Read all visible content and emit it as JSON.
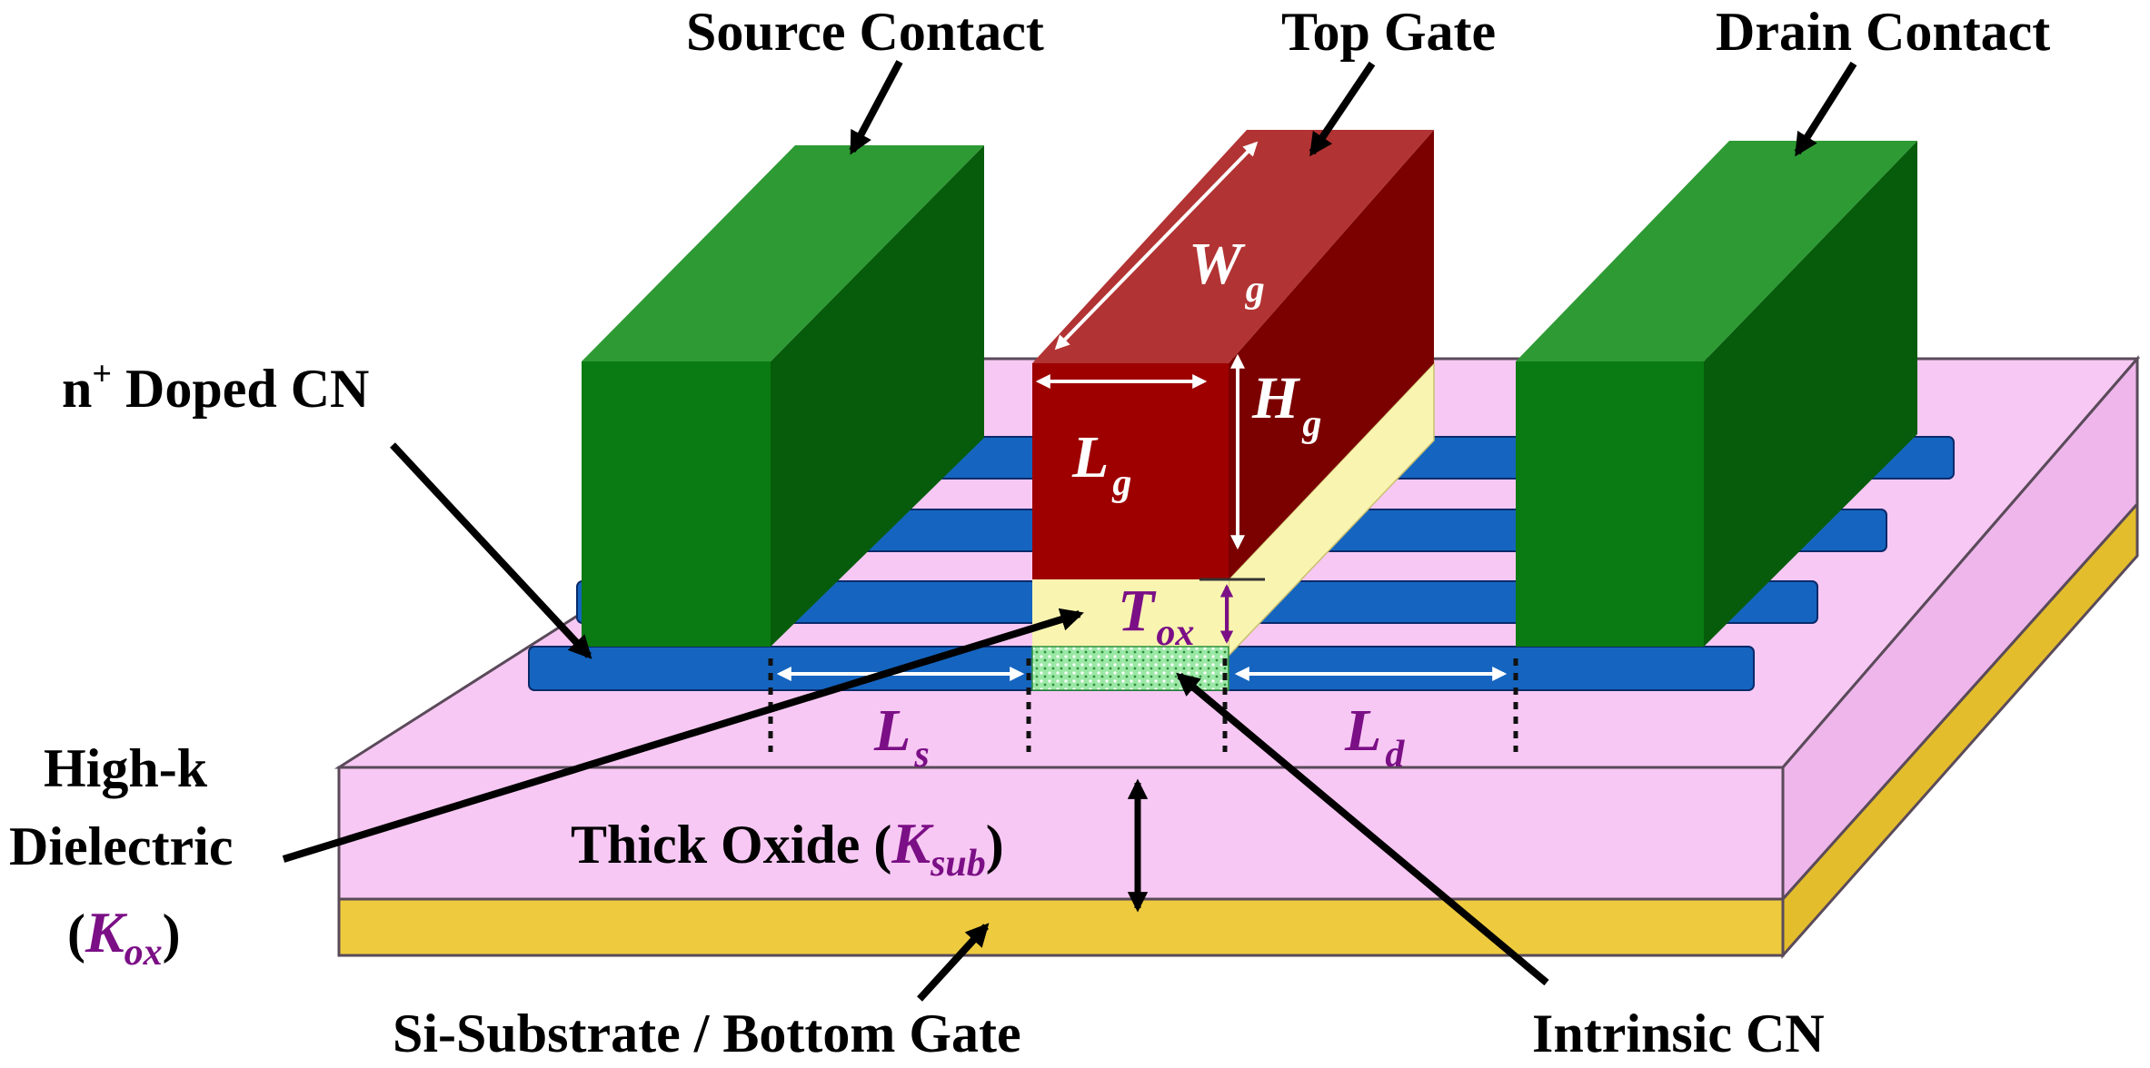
{
  "labels": {
    "source_contact": "Source Contact",
    "top_gate": "Top Gate",
    "drain_contact": "Drain Contact",
    "n_doped_prefix": "n",
    "n_doped_sup": "+",
    "n_doped_suffix": " Doped CN",
    "high_k_line1": "High-k",
    "high_k_line2": "Dielectric",
    "k_ox_open": "(",
    "k_ox_symbol": "K",
    "k_ox_sub": "ox",
    "k_ox_close": ")",
    "thick_oxide_text": "Thick Oxide (",
    "k_sub_symbol": "K",
    "k_sub_sub": "sub",
    "thick_oxide_close": ")",
    "si_substrate": "Si-Substrate / Bottom Gate",
    "intrinsic_cn": "Intrinsic CN"
  },
  "dimensions": {
    "wg": "W",
    "wg_sub": "g",
    "lg": "L",
    "lg_sub": "g",
    "hg": "H",
    "hg_sub": "g",
    "tox": "T",
    "tox_sub": "ox",
    "ls": "L",
    "ls_sub": "s",
    "ld": "L",
    "ld_sub": "d"
  },
  "colors": {
    "substrate_pink": "#f7c8f3",
    "substrate_pink_side": "#eeb6ea",
    "bottom_gate_yellow": "#eecb3e",
    "dielectric_yellow": "#f9f5b0",
    "nanotube_blue": "#1565c0",
    "contact_green_front": "#0a7a12",
    "contact_green_top": "#2e9a34",
    "contact_green_side": "#075c0c",
    "gate_red_front": "#9e0000",
    "gate_red_top": "#b23333",
    "gate_red_side": "#7b0000",
    "intrinsic_green": "#9be8a6",
    "symbol_purple": "#7b0f86"
  }
}
